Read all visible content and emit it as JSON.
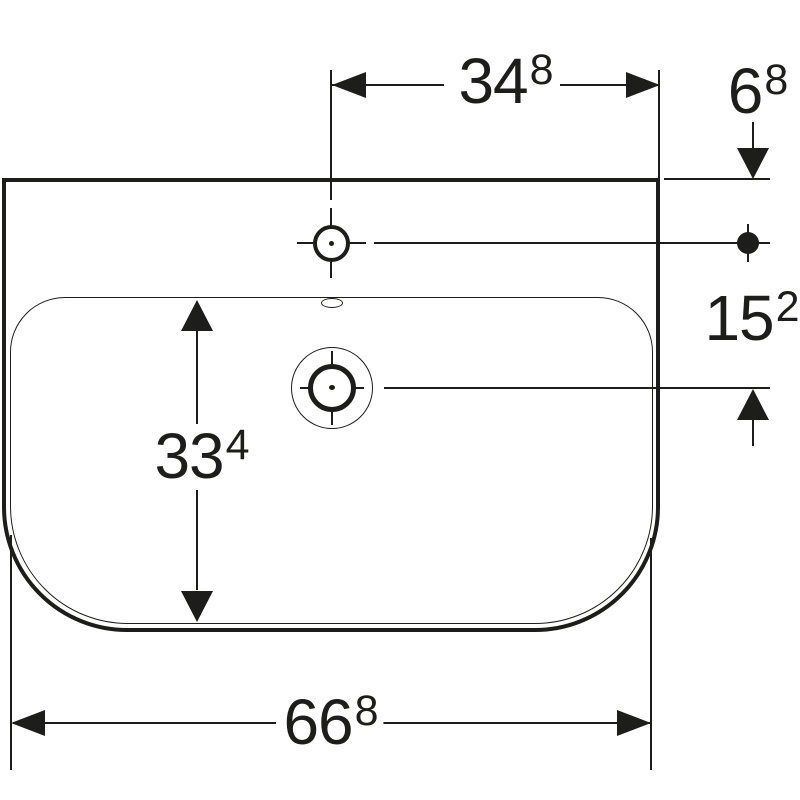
{
  "meta": {
    "background_color": "#ffffff",
    "line_color": "#1d1d1b"
  },
  "dimensions": {
    "tap_center_to_right_edge": {
      "main": "34",
      "sup": "8"
    },
    "top_edge_to_tap_axis": {
      "main": "6",
      "sup": "8"
    },
    "tap_axis_to_drain_axis": {
      "main": "15",
      "sup": "2"
    },
    "basin_inner_depth": {
      "main": "33",
      "sup": "4"
    },
    "overall_width": {
      "main": "66",
      "sup": "8"
    }
  }
}
